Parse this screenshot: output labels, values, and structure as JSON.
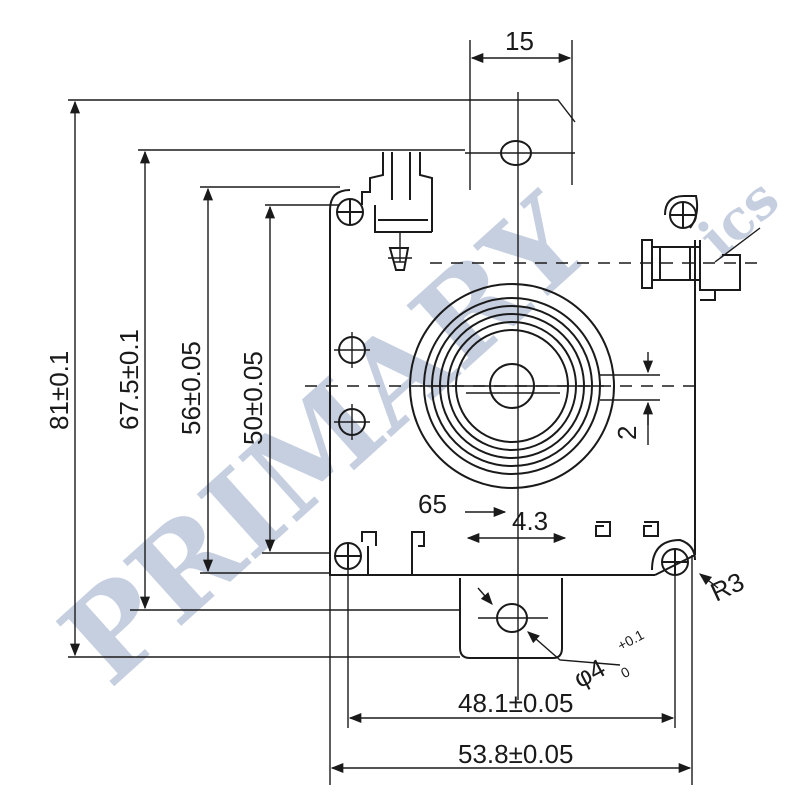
{
  "watermark": {
    "main": "PRIMARY",
    "sub": "ics"
  },
  "dimensions": {
    "top_width": "15",
    "height_total": "81±0.1",
    "height_2": "67.5±0.1",
    "height_3": "56±0.05",
    "height_4": "50±0.05",
    "offset_2": "2",
    "dim_65": "65",
    "dim_43": "4.3",
    "radius": "R3",
    "hole_base": "φ4",
    "hole_sub": "0",
    "hole_sup": "+0.1",
    "width_inner": "48.1±0.05",
    "width_outer": "53.8±0.05"
  }
}
